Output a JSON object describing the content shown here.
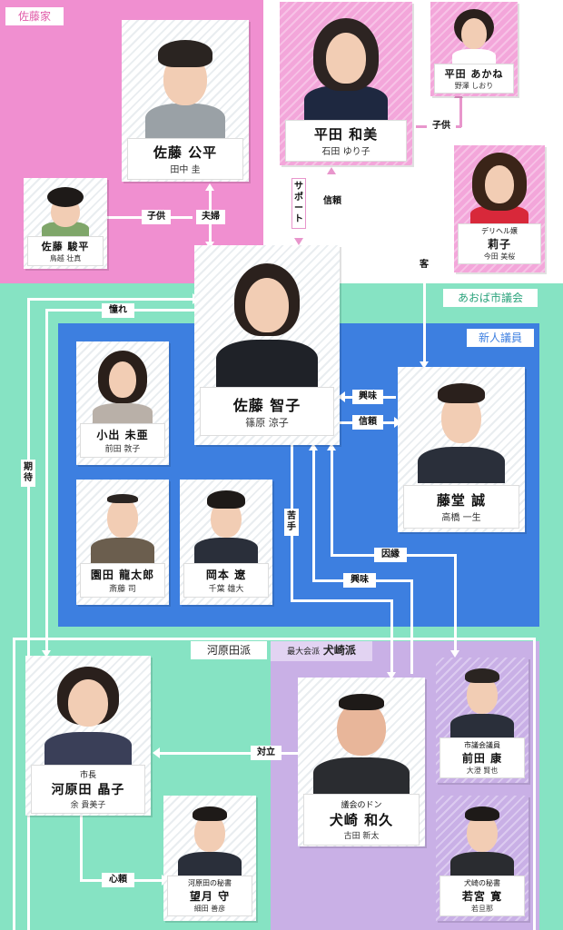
{
  "colors": {
    "sato_bg": "#f08fd0",
    "council_bg": "#86e3c3",
    "newcomer_bg": "#3d7fe0",
    "inuzaki_bg": "#c9b0e6",
    "pink_card": "#f3a6da"
  },
  "groups": {
    "sato": "佐藤家",
    "council": "あおば市議会",
    "newcomer": "新人議員",
    "kawaharada": "河原田派",
    "inuzaki_prefix": "最大会派",
    "inuzaki": "犬崎派"
  },
  "people": {
    "kohei": {
      "name": "佐藤 公平",
      "actor": "田中 圭"
    },
    "shunpei": {
      "name": "佐藤 駿平",
      "actor": "鳥越 壮真"
    },
    "kazumi": {
      "name": "平田 和美",
      "actor": "石田 ゆり子"
    },
    "akane": {
      "name": "平田 あかね",
      "actor": "野澤 しおり"
    },
    "riko": {
      "role": "デリヘル嬢",
      "name": "莉子",
      "actor": "今田 美桜"
    },
    "tomoko": {
      "name": "佐藤 智子",
      "actor": "篠原 涼子"
    },
    "mia": {
      "name": "小出 未亜",
      "actor": "前田 敦子"
    },
    "ryutaro": {
      "name": "園田 龍太郎",
      "actor": "斎藤 司"
    },
    "ryo": {
      "name": "岡本 遼",
      "actor": "千葉 雄大"
    },
    "makoto": {
      "name": "藤堂 誠",
      "actor": "高橋 一生"
    },
    "akiko": {
      "role": "市長",
      "name": "河原田 晶子",
      "actor": "余 貴美子"
    },
    "kazuhisa": {
      "role": "議会のドン",
      "name": "犬崎 和久",
      "actor": "古田 新太"
    },
    "yasushi": {
      "role": "市議会議員",
      "name": "前田 康",
      "actor": "大澄 賢也"
    },
    "mamoru": {
      "role": "河原田の秘書",
      "name": "望月 守",
      "actor": "細田 善彦"
    },
    "hiroshi": {
      "role": "犬崎の秘書",
      "name": "若宮 寛",
      "actor": "若旦那"
    }
  },
  "relations": {
    "kodomo1": "子供",
    "fufu": "夫婦",
    "kodomo2": "子供",
    "support": "サポート",
    "shinrai1": "信頼",
    "kyaku": "客",
    "akogare": "憧れ",
    "kyomi1": "興味",
    "shinrai2": "信頼",
    "kitai": "期待",
    "nigate": "苦手",
    "innen": "因縁",
    "kyomi2": "興味",
    "tairitsu": "対立",
    "shinrai3": "心頼"
  }
}
